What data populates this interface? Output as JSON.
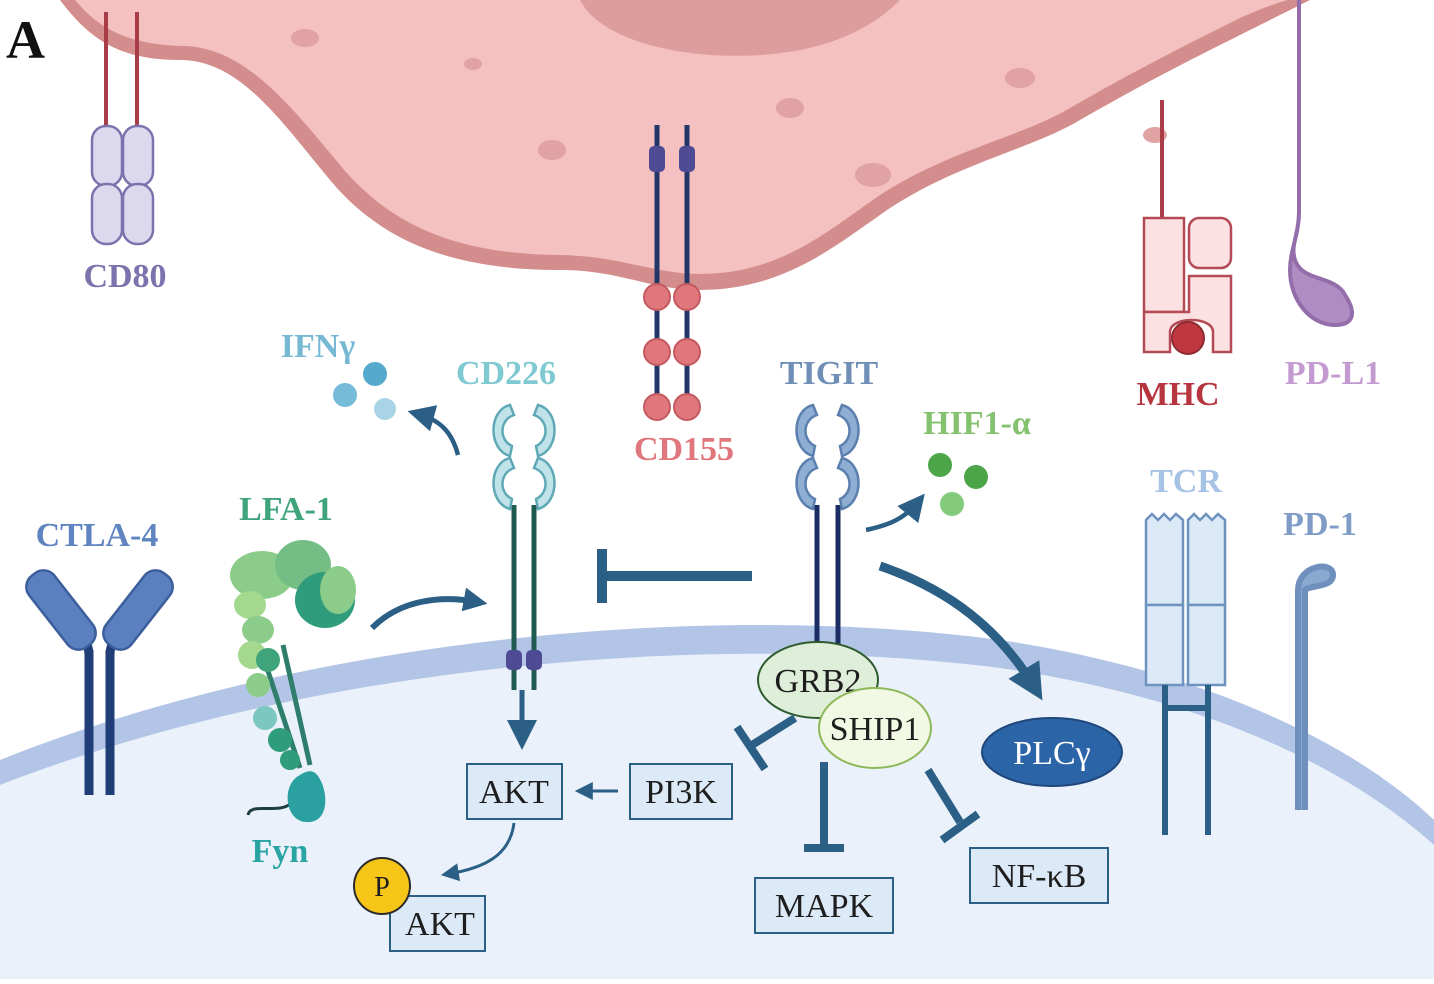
{
  "panel_label": "A",
  "colors": {
    "apc_cell": "#f4c0c0",
    "apc_membrane": "#d48d8d",
    "t_cell": "#eaf1fa",
    "t_membrane": "#b3c5e6",
    "arrow": "#2b5f86",
    "box_fill": "#dce9f7"
  },
  "labels": {
    "cd80": "CD80",
    "ifng": "IFNγ",
    "cd226": "CD226",
    "cd155": "CD155",
    "tigit": "TIGIT",
    "hif1a": "HIF1-α",
    "mhc": "MHC",
    "pdl1": "PD-L1",
    "tcr": "TCR",
    "pd1": "PD-1",
    "ctla4": "CTLA-4",
    "lfa1": "LFA-1",
    "fyn": "Fyn"
  },
  "nodes": {
    "grb2": "GRB2",
    "ship1": "SHIP1",
    "plcg": "PLCγ",
    "akt": "AKT",
    "pi3k": "PI3K",
    "p": "P",
    "akt_p": "AKT",
    "mapk": "MAPK",
    "nfkb": "NF-κB"
  }
}
